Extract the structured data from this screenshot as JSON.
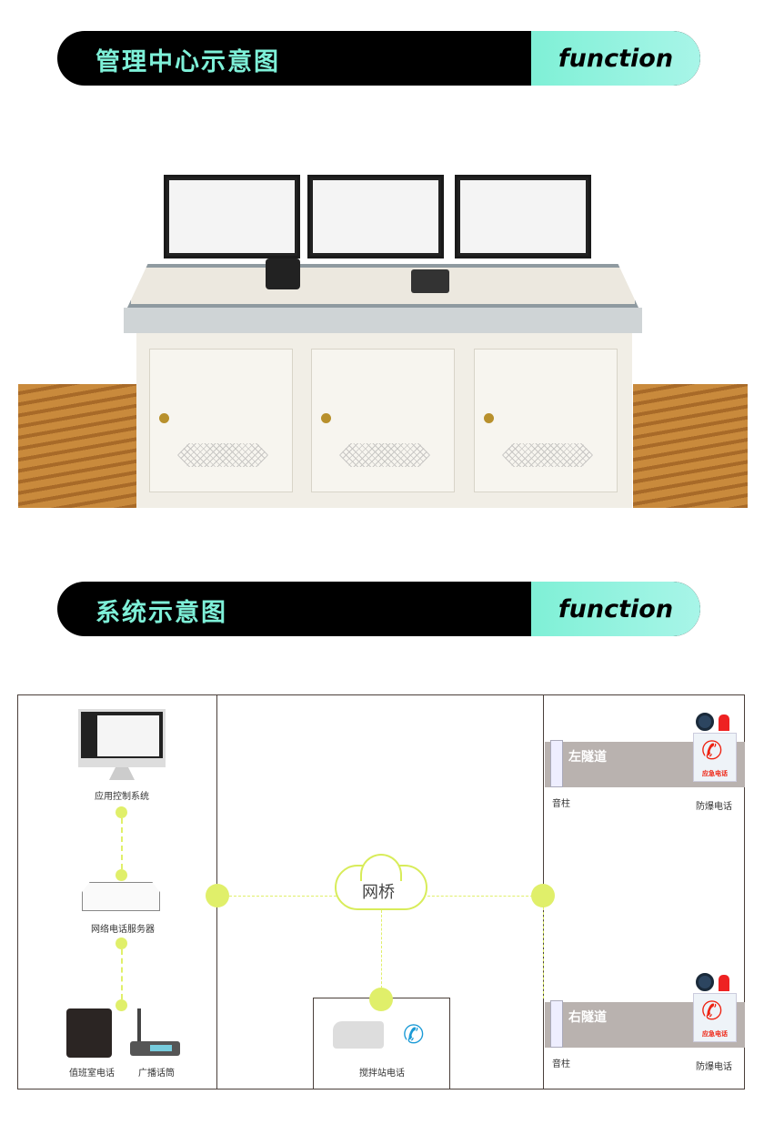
{
  "section1": {
    "title": "管理中心示意图",
    "tag": "function"
  },
  "section2": {
    "title": "系统示意图",
    "tag": "function"
  },
  "diagram": {
    "app_control": "应用控制系统",
    "phone_server": "网络电话服务器",
    "duty_phone": "值班室电话",
    "broadcast_mic": "广播话筒",
    "bridge": "网桥",
    "mixing_station_phone": "搅拌站电话",
    "left_tunnel": "左隧道",
    "right_tunnel": "右隧道",
    "speaker_column_1": "音柱",
    "speaker_column_2": "音柱",
    "explosion_proof_phone_1": "防爆电话",
    "explosion_proof_phone_2": "防爆电话",
    "emergency_phone_1": "应急电话",
    "emergency_phone_2": "应急电话"
  },
  "colors": {
    "accent": "#7ef0d8",
    "node": "#e0ef6a",
    "tunnel": "#b9b2af"
  }
}
